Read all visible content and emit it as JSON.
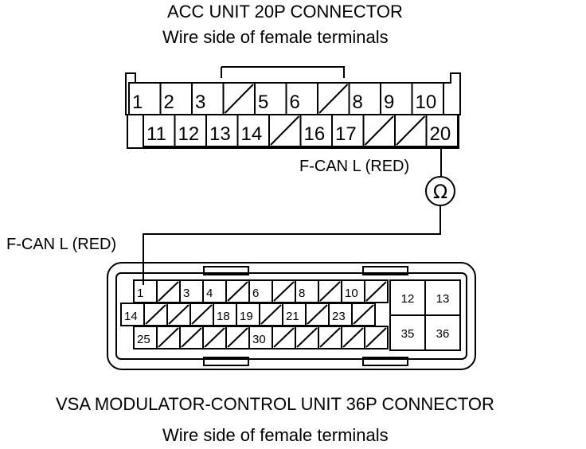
{
  "acc_connector": {
    "title": "ACC UNIT 20P CONNECTOR",
    "subtitle": "Wire side of female terminals",
    "row1": [
      "1",
      "2",
      "3",
      "",
      "5",
      "6",
      "",
      "8",
      "9",
      "10"
    ],
    "row2": [
      "11",
      "12",
      "13",
      "14",
      "",
      "16",
      "17",
      "",
      "",
      "20"
    ]
  },
  "vsa_connector": {
    "title": "VSA MODULATOR-CONTROL UNIT 36P CONNECTOR",
    "subtitle": "Wire side of female terminals",
    "row1": [
      "1",
      "",
      "3",
      "4",
      "",
      "6",
      "",
      "8",
      "",
      "10",
      ""
    ],
    "row2": [
      "14",
      "",
      "",
      "",
      "18",
      "19",
      "",
      "21",
      "",
      "23",
      ""
    ],
    "row3": [
      "25",
      "",
      "",
      "",
      "",
      "30",
      "",
      "",
      "",
      "",
      ""
    ],
    "block": [
      "12",
      "13",
      "35",
      "36"
    ]
  },
  "wire_labels": {
    "upper": "F-CAN L (RED)",
    "lower": "F-CAN L (RED)"
  },
  "meter_symbol": "Ω",
  "meter_icon": "ohmmeter-icon"
}
